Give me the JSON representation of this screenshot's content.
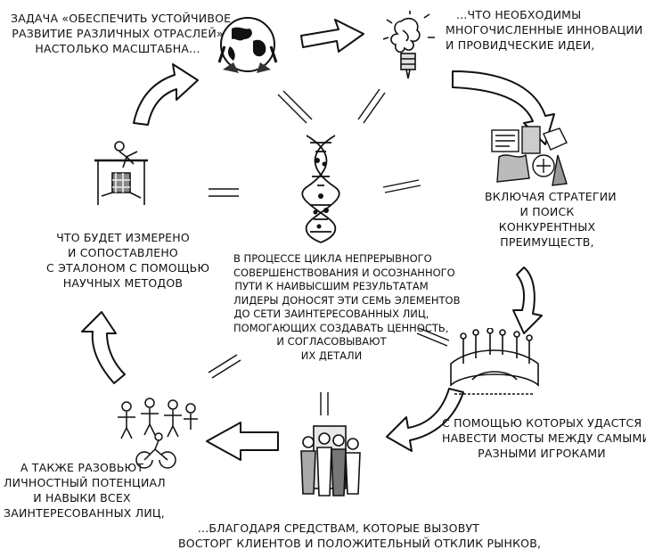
{
  "center": {
    "lines": [
      "в процессе цикла непрерывного",
      "совершенствования и осознанного",
      "пути к наивысшим результатам",
      "лидеры доносят эти семь элементов",
      "до сети заинтересованных лиц,",
      "помогающих создавать ценность,",
      "и согласовывают",
      "их детали"
    ]
  },
  "captions": {
    "task": [
      "задача «обеспечить устойчивое",
      "развитие различных отраслей»",
      "настолько масштабна..."
    ],
    "innovations": [
      "...что необходимы",
      "многочисленные инновации",
      "и провидческие идеи,"
    ],
    "strategies": [
      "включая стратегии",
      "и поиск",
      "конкурентных",
      "преимуществ,"
    ],
    "bridges": [
      "с помощью которых удастся",
      "навести мосты между самыми",
      "разными игроками"
    ],
    "means": [
      "...благодаря средствам, которые вызовут",
      "восторг клиентов и положительный отклик рынков,"
    ],
    "potential": [
      "а также разовьют",
      "личностный потенциал",
      "и навыки всех",
      "заинтересованных лиц,"
    ],
    "measured": [
      "что будет измерено",
      "и сопоставлено",
      "с эталоном с помощью",
      "научных методов"
    ]
  },
  "icons": [
    "globe-hands-icon",
    "lightbulb-icon",
    "strategy-collage-icon",
    "bridge-people-icon",
    "people-group-icon",
    "cyclists-icon",
    "high-jump-icon",
    "dna-helix-icon"
  ]
}
